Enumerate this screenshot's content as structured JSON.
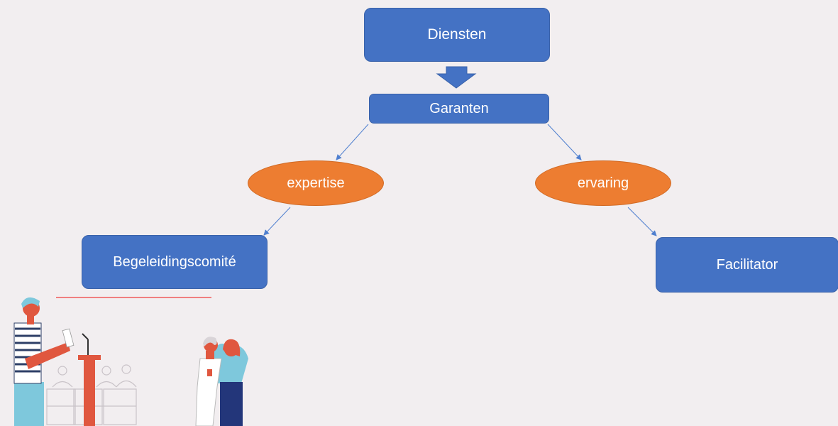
{
  "diagram": {
    "nodes": {
      "diensten": "Diensten",
      "garanten": "Garanten",
      "expertise": "expertise",
      "ervaring": "ervaring",
      "begeleidingscomite": "Begeleidingscomité",
      "facilitator": "Facilitator"
    },
    "colors": {
      "background": "#f2eef0",
      "box_fill": "#4472c4",
      "ellipse_fill": "#ed7d31",
      "connector": "#4f7fcf",
      "underline": "#f05a5a"
    },
    "edges": [
      {
        "from": "diensten",
        "to": "garanten",
        "style": "block-arrow"
      },
      {
        "from": "garanten",
        "to": "expertise",
        "style": "line-arrow"
      },
      {
        "from": "garanten",
        "to": "ervaring",
        "style": "line-arrow"
      },
      {
        "from": "expertise",
        "to": "begeleidingscomite",
        "style": "line-arrow"
      },
      {
        "from": "ervaring",
        "to": "facilitator",
        "style": "line-arrow"
      }
    ]
  },
  "illustrations": [
    {
      "name": "speaker-at-podium-illustration"
    },
    {
      "name": "two-women-illustration"
    }
  ]
}
